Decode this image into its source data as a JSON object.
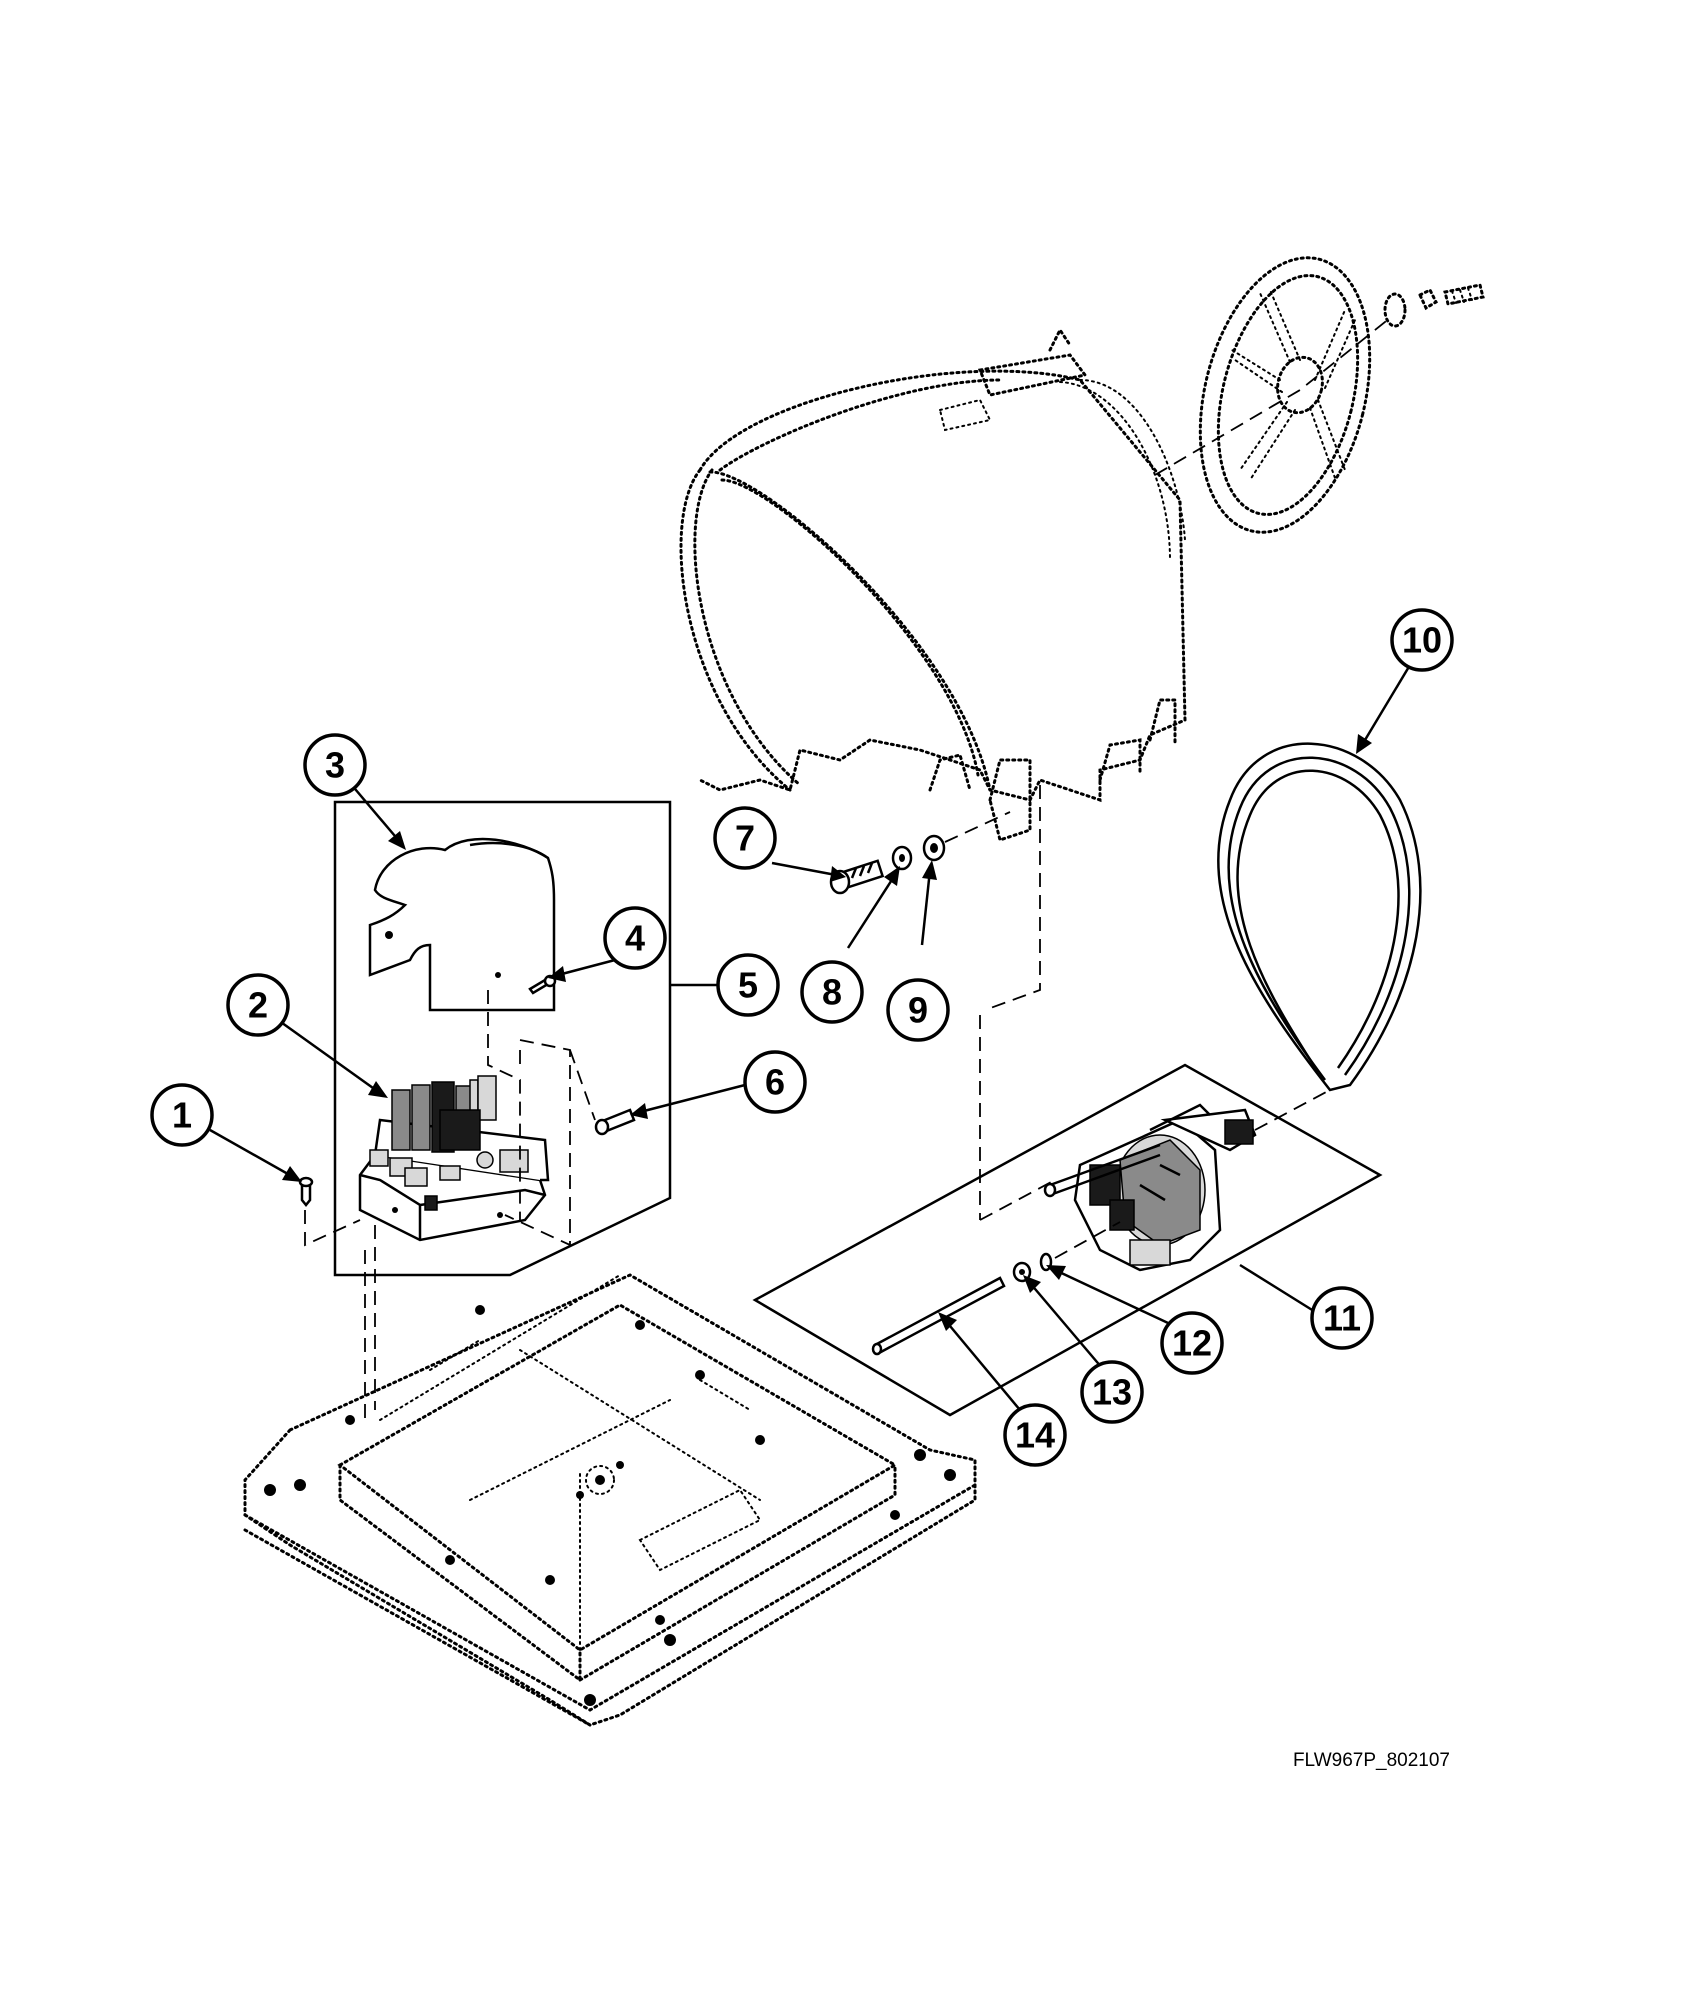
{
  "figure_id": "FLW967P_802107",
  "callouts": [
    {
      "label": "1"
    },
    {
      "label": "2"
    },
    {
      "label": "3"
    },
    {
      "label": "4"
    },
    {
      "label": "5"
    },
    {
      "label": "6"
    },
    {
      "label": "7"
    },
    {
      "label": "8"
    },
    {
      "label": "9"
    },
    {
      "label": "10"
    },
    {
      "label": "11"
    },
    {
      "label": "12"
    },
    {
      "label": "13"
    },
    {
      "label": "14"
    }
  ],
  "colors": {
    "line": "#000000",
    "background": "#ffffff"
  }
}
